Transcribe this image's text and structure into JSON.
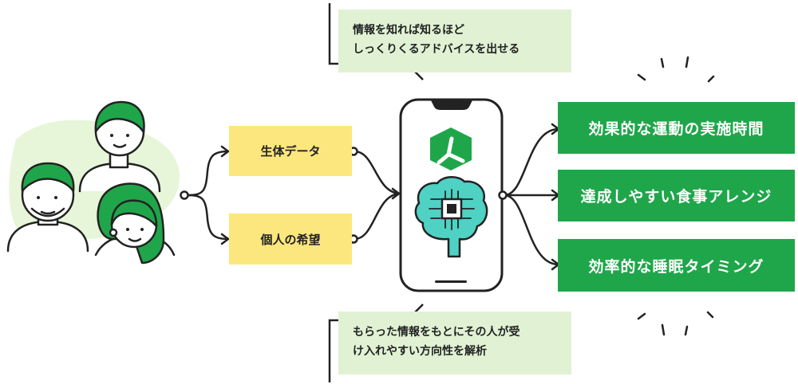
{
  "inputs": {
    "biometric": "生体データ",
    "wishes": "個人の希望"
  },
  "callout_top": {
    "line1": "情報を知れば知るほど",
    "line2": "しっくりくるアドバイスを出せる"
  },
  "callout_bottom": {
    "line1": "もらった情報をもとにその人が受",
    "line2": "け入れやすい方向性を解析"
  },
  "outputs": [
    "効果的な運動の実施時間",
    "達成しやすい食事アレンジ",
    "効率的な睡眠タイミング"
  ],
  "icons": {
    "people": "three-people-icon",
    "phone": "smartphone-icon",
    "logo": "green-hexagon-logo-icon",
    "ai": "brain-chip-icon",
    "sparkle": "sparkle-lines-icon"
  },
  "colors": {
    "brand_green": "#1fa64a",
    "input_yellow": "#fbe77d",
    "callout_green": "#e0f2d3",
    "blob_green": "#e7f5d9",
    "brain_teal": "#4fd1c4",
    "stroke": "#222222"
  }
}
